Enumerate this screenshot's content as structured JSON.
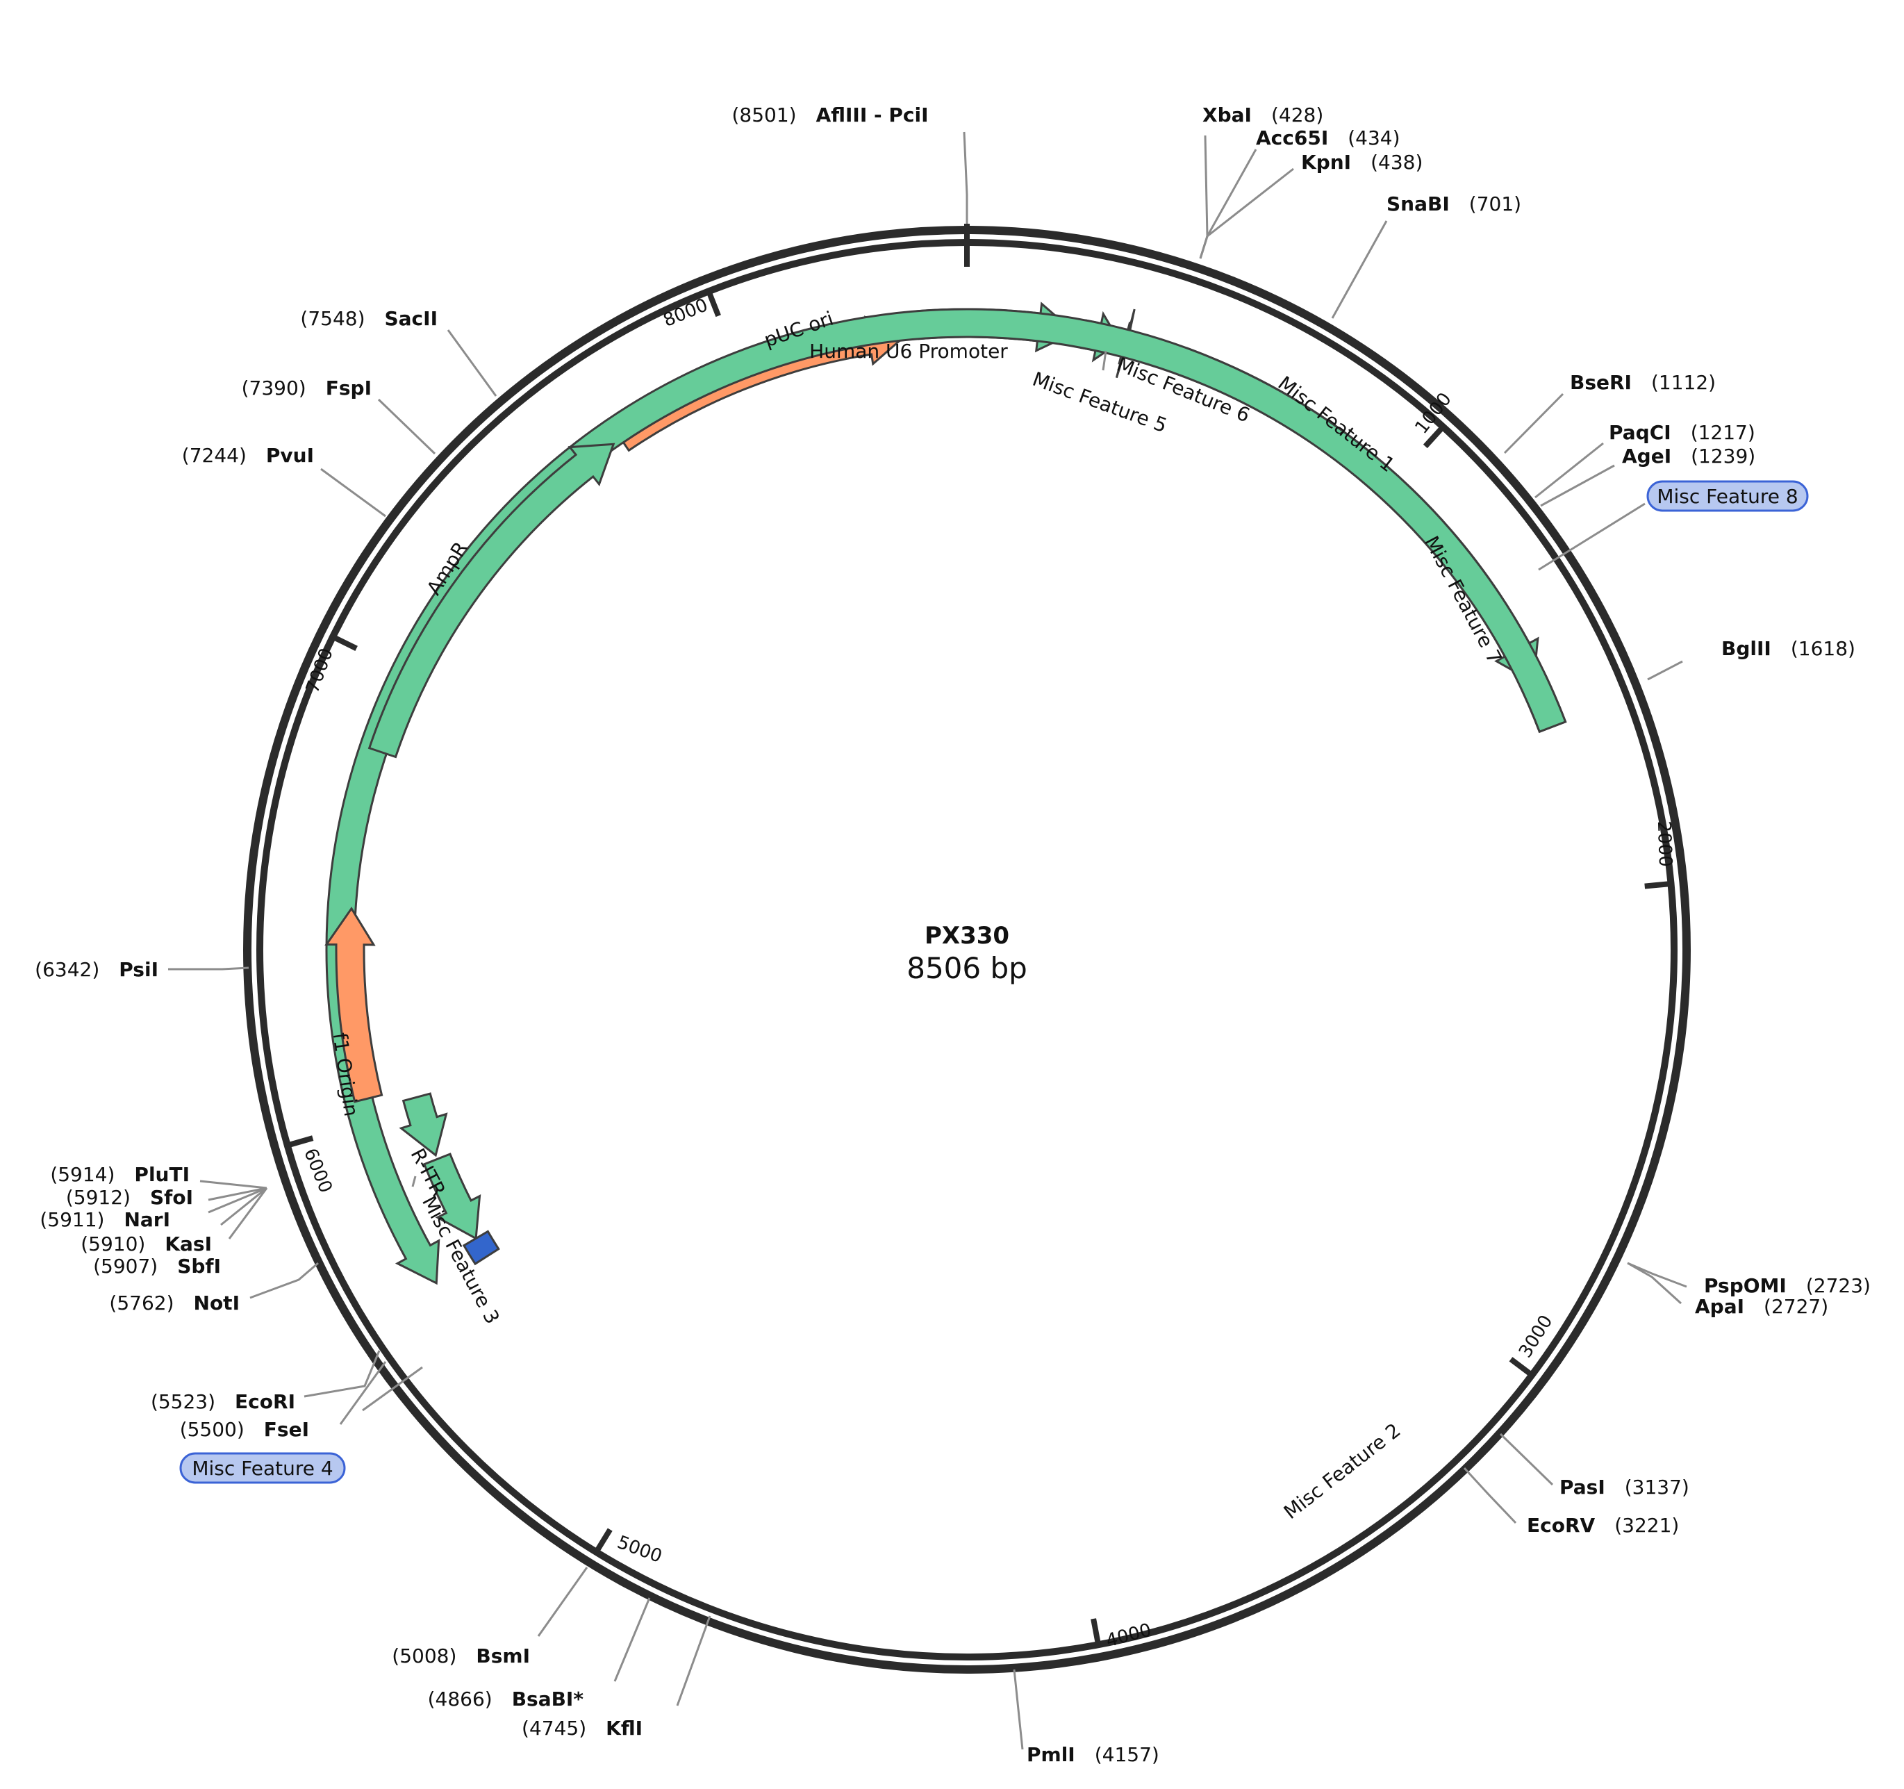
{
  "plasmid": {
    "name": "PX330",
    "length_label": "8506 bp",
    "length": 8506
  },
  "colors": {
    "green": "#66cc99",
    "orange": "#ff9966",
    "blue": "#3366cc",
    "backbone": "#2b2b2b",
    "pill_fill": "#b7c8f0",
    "pill_stroke": "#3b63d6"
  },
  "ticks": [
    "1000",
    "2000",
    "3000",
    "4000",
    "5000",
    "6000",
    "7000",
    "8000"
  ],
  "features": [
    {
      "name": "pUC ori",
      "start": 7700,
      "end": 8370,
      "strand": 1,
      "color": "#ff9966"
    },
    {
      "name": "Human U6 Promoter",
      "start": 8400,
      "end": 8740,
      "strand": 1,
      "color": "#66cc99"
    },
    {
      "name": "Misc Feature 6",
      "start": 8760,
      "end": 8840,
      "strand": 1,
      "color": "#66cc99"
    },
    {
      "name": "Misc Feature 5",
      "start": 8850,
      "end": 8856,
      "strand": 1,
      "color": "#3366cc"
    },
    {
      "name": "Misc Feature 1",
      "start": 8980,
      "end": 10035,
      "strand": 1,
      "color": "#66cc99"
    },
    {
      "name": "Misc Feature 7",
      "start": 10035,
      "end": 10140,
      "strand": 0,
      "color": "#3366cc"
    },
    {
      "name": "Misc Feature 2",
      "start": 5620,
      "end": 10140,
      "strand": -1,
      "color": "#66cc99"
    },
    {
      "name": "Misc Feature 3",
      "start": 5660,
      "end": 5870,
      "strand": -1,
      "color": "#66cc99"
    },
    {
      "name": "R-ITR",
      "start": 5880,
      "end": 6025,
      "strand": -1,
      "color": "#66cc99"
    },
    {
      "name": "blue-block-ms3",
      "start": 5610,
      "end": 5660,
      "strand": 0,
      "color": "#3366cc"
    },
    {
      "name": "f1 Origin",
      "start": 6050,
      "end": 6470,
      "strand": 1,
      "color": "#ff9966"
    },
    {
      "name": "AmpR",
      "start": 6820,
      "end": 7680,
      "strand": 1,
      "color": "#66cc99"
    }
  ],
  "sites": [
    {
      "name": "AflIII - PciI",
      "pos": "8501",
      "label_first": "pos"
    },
    {
      "name": "XbaI",
      "pos": "428",
      "label_first": "name"
    },
    {
      "name": "Acc65I",
      "pos": "434",
      "label_first": "name"
    },
    {
      "name": "KpnI",
      "pos": "438",
      "label_first": "name"
    },
    {
      "name": "SnaBI",
      "pos": "701",
      "label_first": "name"
    },
    {
      "name": "BseRI",
      "pos": "1112",
      "label_first": "name"
    },
    {
      "name": "PaqCI",
      "pos": "1217",
      "label_first": "name"
    },
    {
      "name": "AgeI",
      "pos": "1239",
      "label_first": "name"
    },
    {
      "name": "BglII",
      "pos": "1618",
      "label_first": "name"
    },
    {
      "name": "PspOMI",
      "pos": "2723",
      "label_first": "name"
    },
    {
      "name": "ApaI",
      "pos": "2727",
      "label_first": "name"
    },
    {
      "name": "PasI",
      "pos": "3137",
      "label_first": "name"
    },
    {
      "name": "EcoRV",
      "pos": "3221",
      "label_first": "name"
    },
    {
      "name": "PmlI",
      "pos": "4157",
      "label_first": "name"
    },
    {
      "name": "KflI",
      "pos": "4745",
      "label_first": "pos"
    },
    {
      "name": "BsaBI*",
      "pos": "4866",
      "label_first": "pos"
    },
    {
      "name": "BsmI",
      "pos": "5008",
      "label_first": "pos"
    },
    {
      "name": "FseI",
      "pos": "5500",
      "label_first": "pos"
    },
    {
      "name": "EcoRI",
      "pos": "5523",
      "label_first": "pos"
    },
    {
      "name": "NotI",
      "pos": "5762",
      "label_first": "pos"
    },
    {
      "name": "SbfI",
      "pos": "5907",
      "label_first": "pos"
    },
    {
      "name": "KasI",
      "pos": "5910",
      "label_first": "pos"
    },
    {
      "name": "NarI",
      "pos": "5911",
      "label_first": "pos"
    },
    {
      "name": "SfoI",
      "pos": "5912",
      "label_first": "pos"
    },
    {
      "name": "PluTI",
      "pos": "5914",
      "label_first": "pos"
    },
    {
      "name": "PsiI",
      "pos": "6342",
      "label_first": "pos"
    },
    {
      "name": "PvuI",
      "pos": "7244",
      "label_first": "pos"
    },
    {
      "name": "FspI",
      "pos": "7390",
      "label_first": "pos"
    },
    {
      "name": "SacII",
      "pos": "7548",
      "label_first": "pos"
    }
  ],
  "pills": [
    {
      "text": "Misc Feature 8"
    },
    {
      "text": "Misc Feature 4"
    }
  ]
}
